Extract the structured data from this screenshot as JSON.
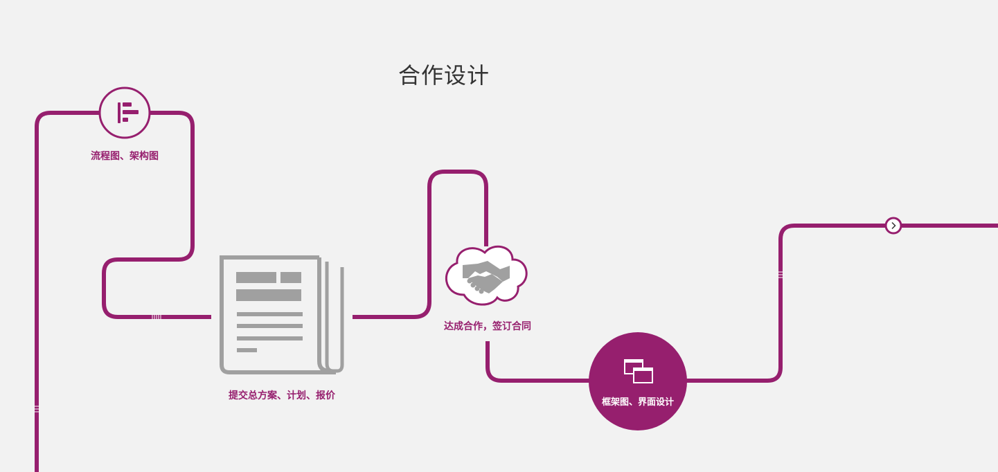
{
  "page": {
    "title": "合作设计"
  },
  "steps": [
    {
      "label": "流程图、架构图",
      "icon": "flowchart-icon"
    },
    {
      "label": "提交总方案、计划、报价",
      "icon": "newspaper-icon"
    },
    {
      "label": "达成合作，签订合同",
      "icon": "handshake-icon"
    },
    {
      "label": "框架图、界面设计",
      "icon": "windows-icon"
    }
  ],
  "nav": {
    "icon": "chevron-right-icon"
  },
  "colors": {
    "accent": "#961f6e",
    "icon_gray": "#a0a0a0",
    "background": "#f2f2f2",
    "title": "#333333"
  }
}
